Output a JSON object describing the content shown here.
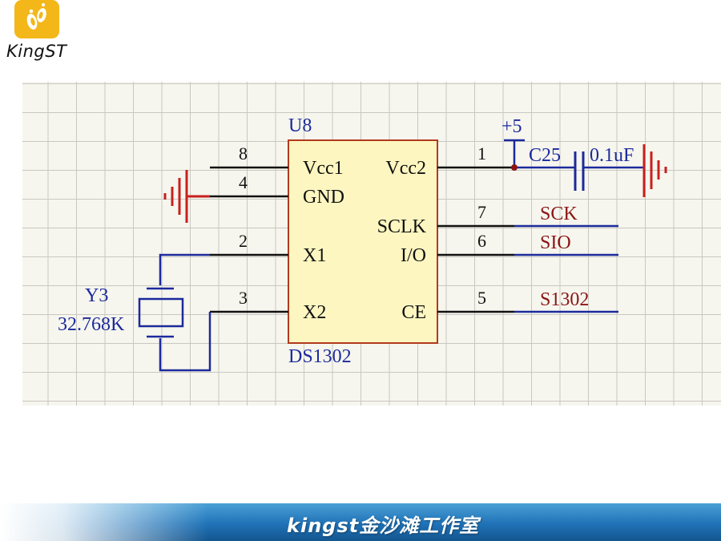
{
  "logo": {
    "text": "KingST",
    "icon": "footprints-icon"
  },
  "schematic": {
    "chip": {
      "ref": "U8",
      "part": "DS1302"
    },
    "left_pins": [
      {
        "num": "8",
        "name": "Vcc1"
      },
      {
        "num": "4",
        "name": "GND"
      },
      {
        "num": "2",
        "name": "X1"
      },
      {
        "num": "3",
        "name": "X2"
      }
    ],
    "right_pins": [
      {
        "num": "1",
        "name": "Vcc2"
      },
      {
        "num": "7",
        "name": "SCLK"
      },
      {
        "num": "6",
        "name": "I/O"
      },
      {
        "num": "5",
        "name": "CE"
      }
    ],
    "power_label": "+5",
    "capacitor": {
      "ref": "C25",
      "value": "0.1uF"
    },
    "crystal": {
      "ref": "Y3",
      "value": "32.768K"
    },
    "nets": [
      "SCK",
      "SIO",
      "S1302"
    ],
    "colors": {
      "wire": "#111111",
      "net_blue": "#1c2a9c",
      "ground_red": "#c8201e",
      "chip_fill": "#fdf6c0",
      "chip_border": "#b13a1e"
    }
  },
  "footer": {
    "text": "kingst金沙滩工作室"
  }
}
